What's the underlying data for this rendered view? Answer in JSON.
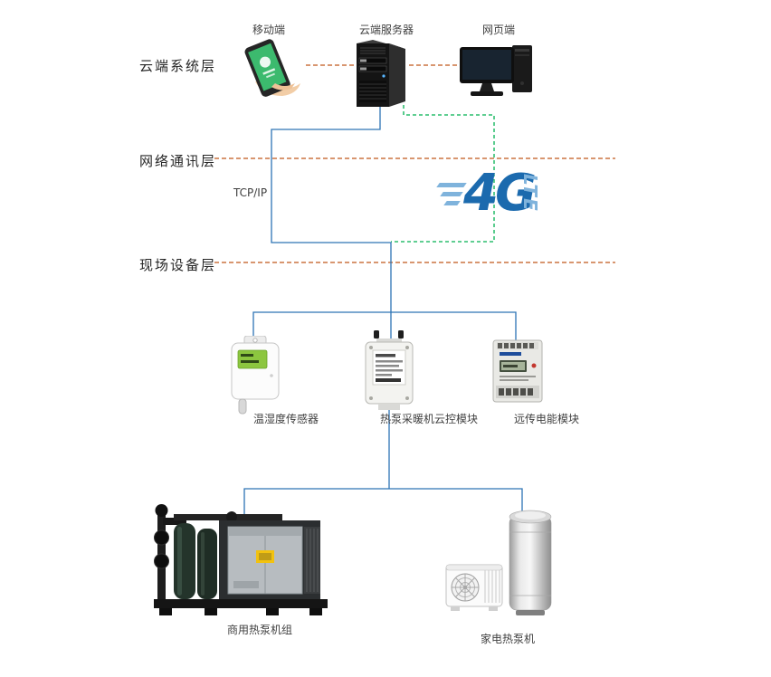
{
  "layers": {
    "cloud": "云端系统层",
    "network": "网络通讯层",
    "field": "现场设备层"
  },
  "cloud_nodes": {
    "mobile": "移动端",
    "server": "云端服务器",
    "web": "网页端"
  },
  "network": {
    "protocol": "TCP/IP",
    "logo_4g": "4G",
    "logo_lte": "LTE"
  },
  "field_devices": {
    "sensor": "温湿度传感器",
    "controller": "热泵采暖机云控模块",
    "meter": "远传电能模块"
  },
  "terminals": {
    "commercial": "商用热泵机组",
    "home": "家电热泵机"
  },
  "colors": {
    "layer_dash": "#c0571b",
    "blue_wire": "#2d74b5",
    "green_dash": "#00b050",
    "lte_blue": "#1b6aae",
    "lte_light": "#7fb3dc"
  }
}
